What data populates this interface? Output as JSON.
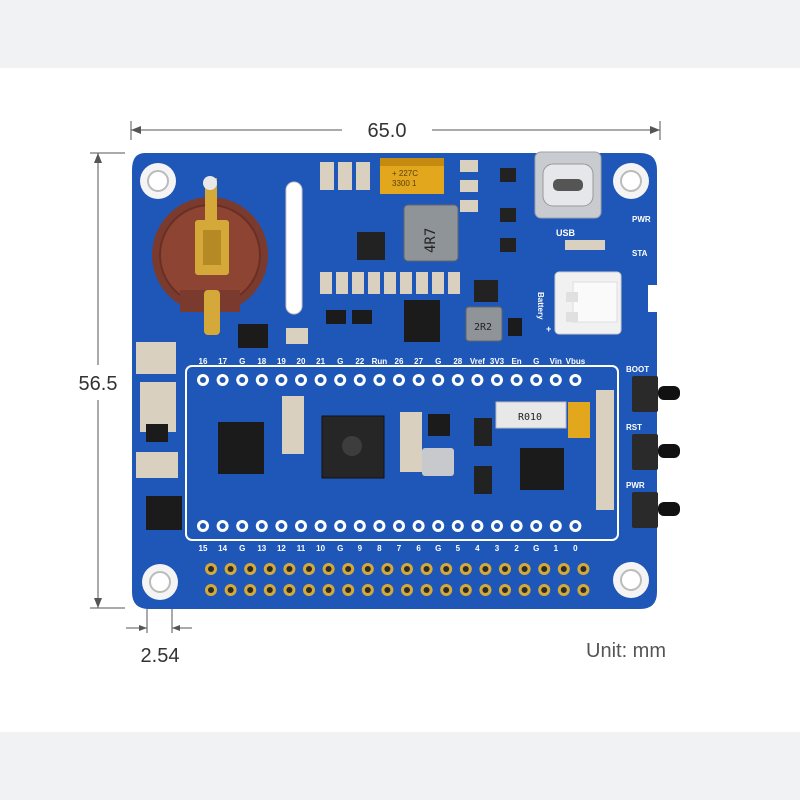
{
  "dimensions": {
    "width_label": "65.0",
    "height_label": "56.5",
    "pitch_label": "2.54",
    "unit_label": "Unit: mm"
  },
  "top_pins": [
    "16",
    "17",
    "G",
    "18",
    "19",
    "20",
    "21",
    "G",
    "22",
    "Run",
    "26",
    "27",
    "G",
    "28",
    "Vref",
    "3V3",
    "En",
    "G",
    "Vin",
    "Vbus"
  ],
  "bottom_pins": [
    "15",
    "14",
    "G",
    "13",
    "12",
    "11",
    "10",
    "G",
    "9",
    "8",
    "7",
    "6",
    "G",
    "5",
    "4",
    "3",
    "2",
    "G",
    "1",
    "0"
  ],
  "buttons": [
    {
      "label": "BOOT"
    },
    {
      "label": "RST"
    },
    {
      "label": "PWR"
    }
  ],
  "silkscreen": {
    "usb": "USB",
    "pwr": "PWR",
    "sta": "STA",
    "battery": "Battery",
    "plus": "+"
  },
  "chip_marks": {
    "inductor": "4R7",
    "inductor2": "2R2",
    "resistor": "R010",
    "cap_top": "+ 227C",
    "cap_bottom": "3300 1"
  },
  "colors": {
    "board": "#1f57b8",
    "board_dark": "#17459a",
    "gold": "#d4a93a",
    "silk": "#ffffff"
  }
}
